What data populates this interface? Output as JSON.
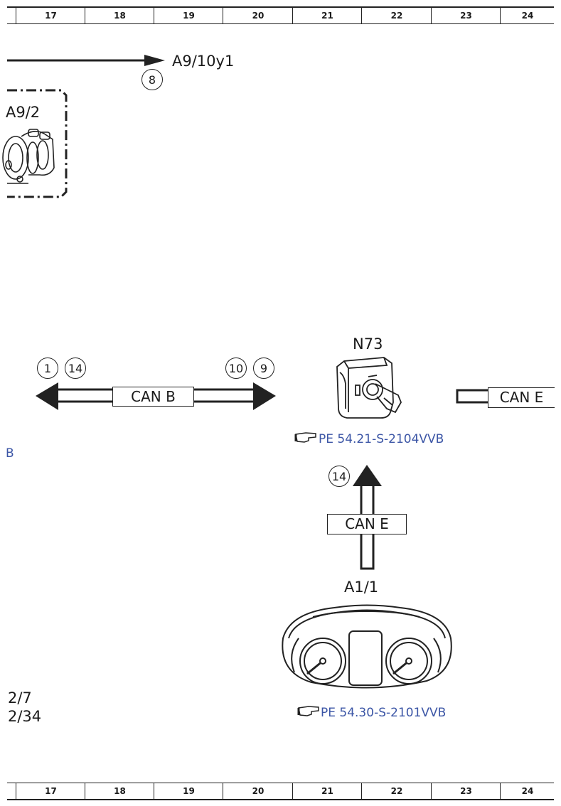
{
  "ruler": {
    "columns": [
      "17",
      "18",
      "19",
      "20",
      "21",
      "22",
      "23",
      "24"
    ]
  },
  "arrow_a9": {
    "label": "A9/10y1",
    "circle": "8"
  },
  "component_a9_2": {
    "label": "A9/2"
  },
  "can_b_link": {
    "label": "CAN B",
    "left_circles": [
      "1",
      "14"
    ],
    "right_circles": [
      "10",
      "9"
    ]
  },
  "n73": {
    "label": "N73",
    "reference": "PE 54.21-S-2104VVB"
  },
  "can_e_right": {
    "label": "CAN E"
  },
  "left_edge_b": {
    "label": "B"
  },
  "can_e_vertical": {
    "label": "CAN E",
    "circle": "14"
  },
  "a1_1": {
    "label": "A1/1",
    "reference": "PE 54.30-S-2101VVB"
  },
  "left_notes": {
    "line1": "2/7",
    "line2": "2/34"
  },
  "icons": {
    "reference_icon": "pointing-hand-icon"
  }
}
